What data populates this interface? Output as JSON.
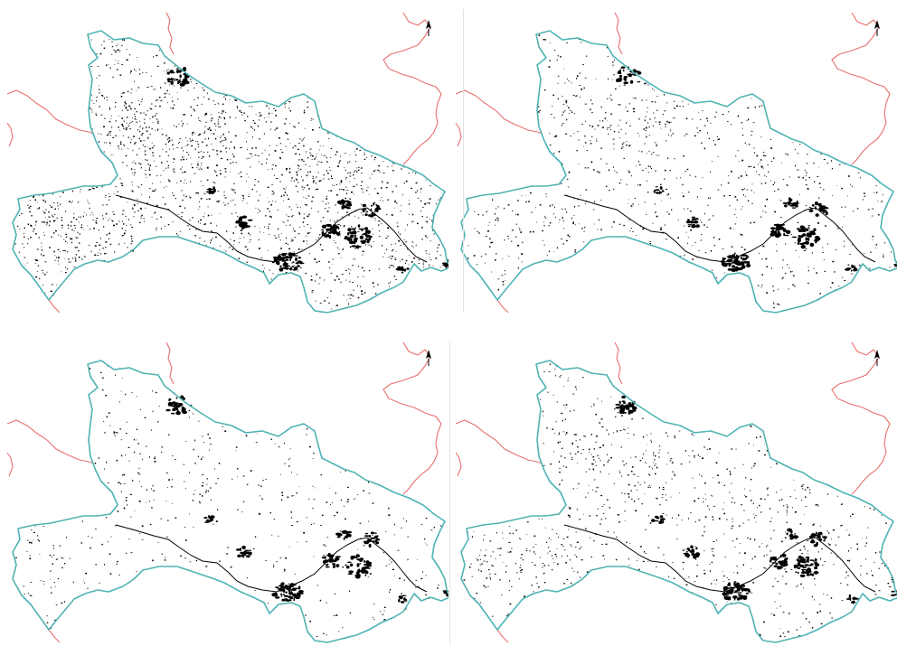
{
  "figure": {
    "panel_count": 4,
    "panels": [
      {
        "id": "a",
        "position": "top-left",
        "speckle_density": "high"
      },
      {
        "id": "b",
        "position": "top-right",
        "speckle_density": "medium"
      },
      {
        "id": "c",
        "position": "bottom-left",
        "speckle_density": "low"
      },
      {
        "id": "d",
        "position": "bottom-right",
        "speckle_density": "medium"
      }
    ]
  },
  "map": {
    "region_outline_color": "#4fb3b3",
    "neighbor_border_color": "#e8706e",
    "land_cover_color": "#000000",
    "background_color": "#ffffff",
    "north_arrow_icon": "north-arrow-icon"
  }
}
